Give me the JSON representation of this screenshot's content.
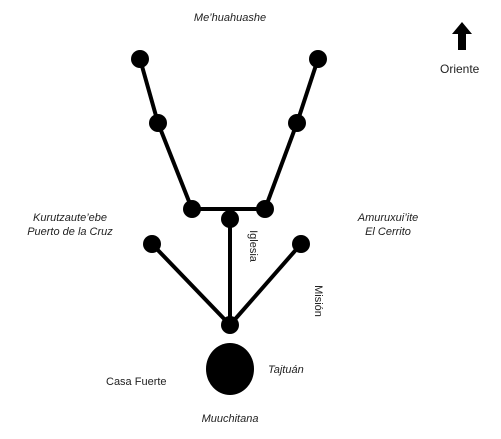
{
  "labels": {
    "top": "Me’huahuashe",
    "left_line1": "Kurutzaute’ebe",
    "left_line2": "Puerto de la Cruz",
    "right_line1": "Amuruxui’ite",
    "right_line2": "El Cerrito",
    "iglesia": "Iglesia",
    "mision": "Misión",
    "casa_fuerte": "Casa Fuerte",
    "tajtuan": "Tajtuán",
    "bottom": "Muuchitana",
    "compass": "Oriente"
  },
  "colors": {
    "ink": "#000000",
    "text": "#222222",
    "background": "#ffffff"
  }
}
